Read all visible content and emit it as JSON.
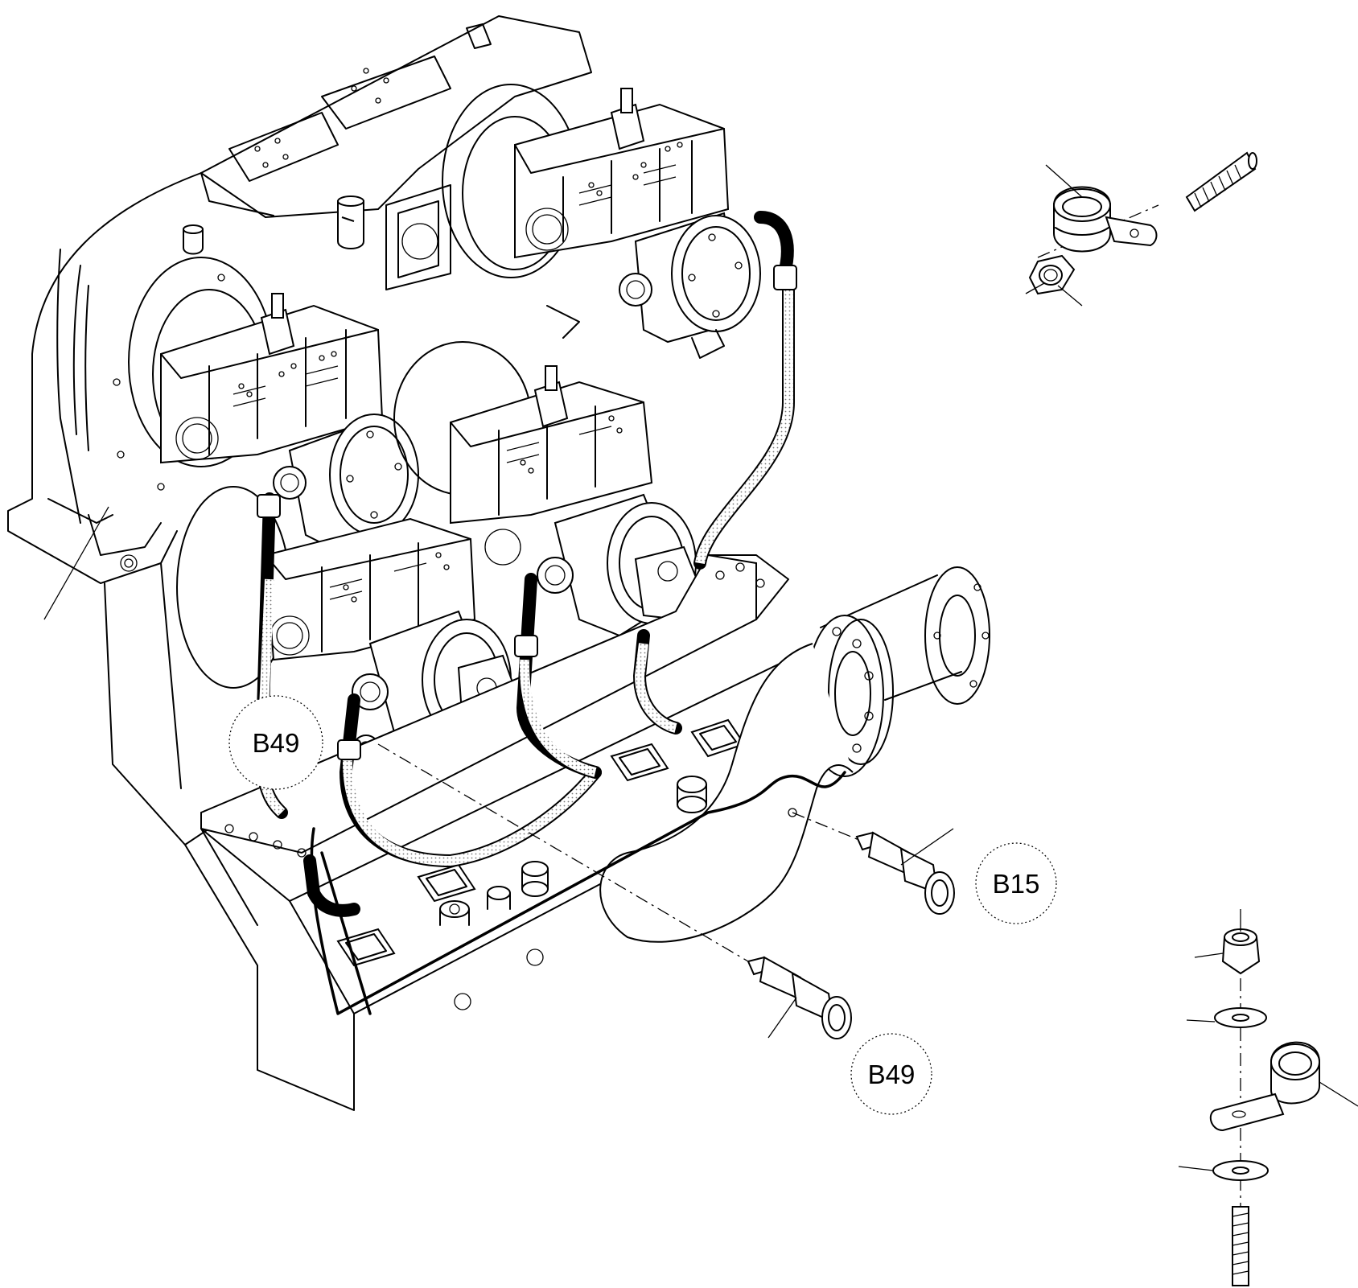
{
  "callouts": [
    {
      "id": "b49-upper",
      "label": "B49"
    },
    {
      "id": "b15",
      "label": "B15"
    },
    {
      "id": "b49-lower",
      "label": "B49"
    }
  ]
}
